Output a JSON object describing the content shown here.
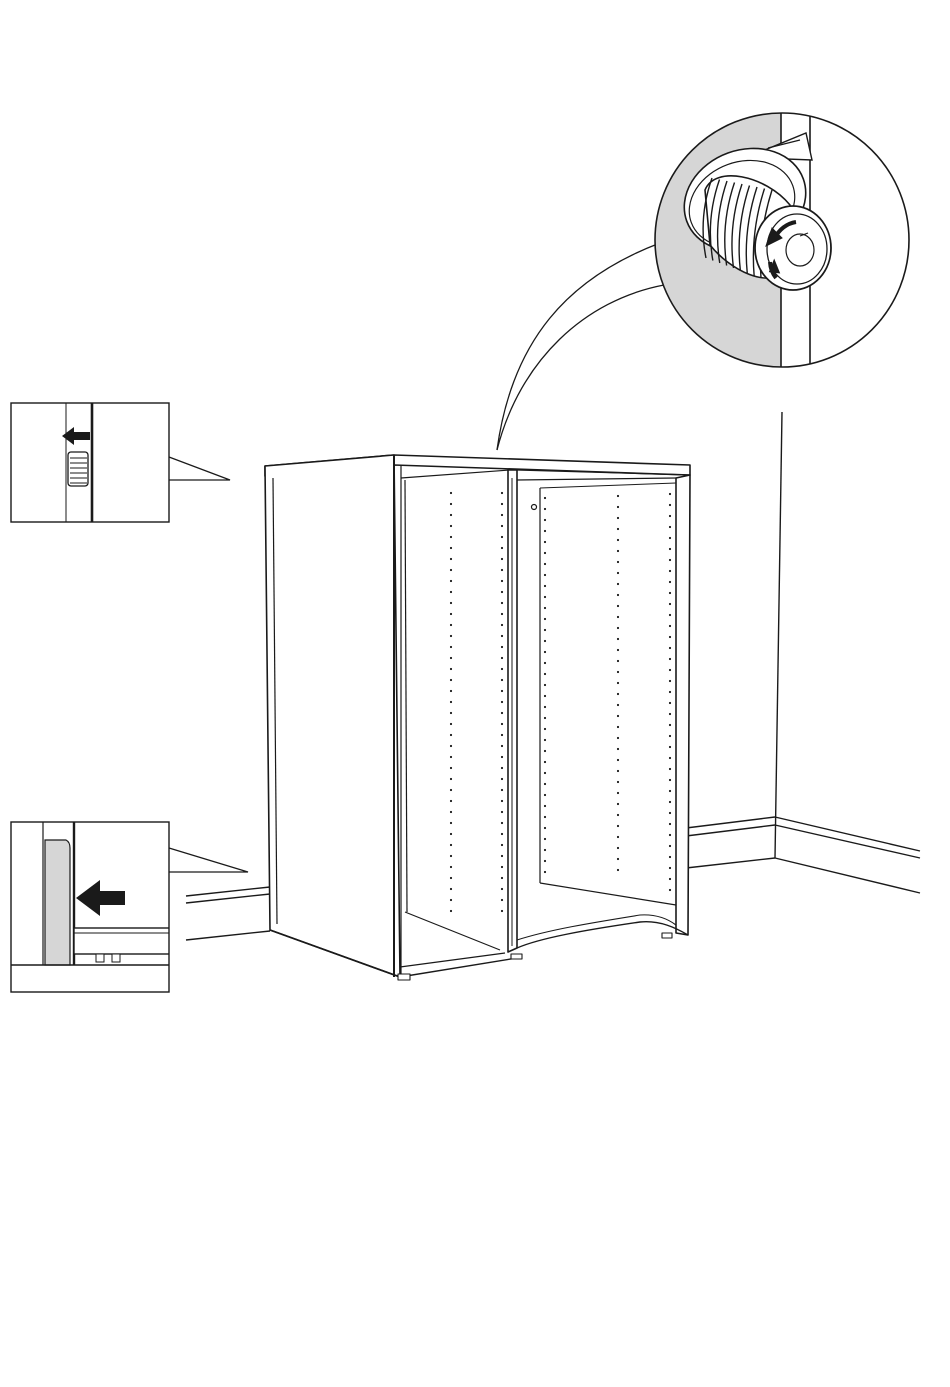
{
  "diagram": {
    "kind": "assembly-instruction-step",
    "colors": {
      "ink": "#1a1a1a",
      "background": "#ffffff",
      "shade": "#d6d6d6"
    },
    "callouts": [
      {
        "id": "top-right",
        "icon": "rotate-adjust-icon"
      },
      {
        "id": "top-left",
        "icon": "arrow-left-icon"
      },
      {
        "id": "bottom-left",
        "icon": "arrow-left-icon"
      }
    ]
  }
}
